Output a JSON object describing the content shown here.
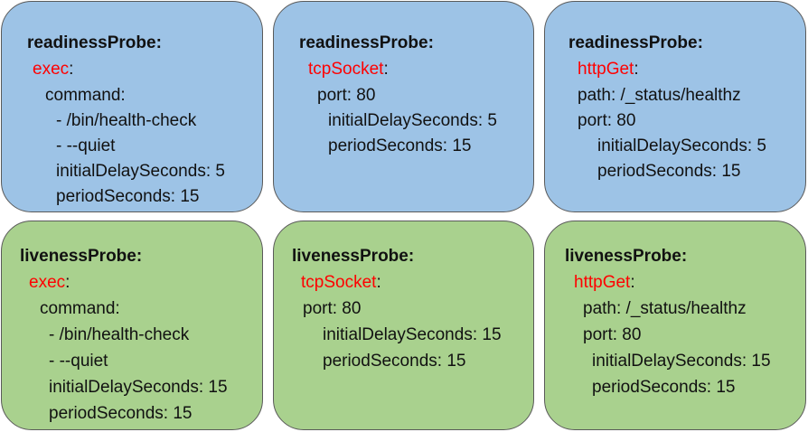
{
  "cards": [
    {
      "header": "readinessProbe:",
      "type": "exec",
      "lines": [
        "command:",
        "- /bin/health-check",
        "- --quiet",
        "initialDelaySeconds: 5",
        "periodSeconds: 15"
      ]
    },
    {
      "header": "readinessProbe:",
      "type": "tcpSocket",
      "lines": [
        "port: 80",
        "initialDelaySeconds: 5",
        "periodSeconds: 15"
      ]
    },
    {
      "header": "readinessProbe:",
      "type": "httpGet",
      "lines": [
        "path: /_status/healthz",
        "port: 80",
        "initialDelaySeconds: 5",
        "periodSeconds: 15"
      ]
    },
    {
      "header": "livenessProbe:",
      "type": "exec",
      "lines": [
        "command:",
        "- /bin/health-check",
        "- --quiet",
        "initialDelaySeconds: 15",
        "periodSeconds: 15"
      ]
    },
    {
      "header": "livenessProbe:",
      "type": "tcpSocket",
      "lines": [
        "port: 80",
        "initialDelaySeconds: 15",
        "periodSeconds: 15"
      ]
    },
    {
      "header": "livenessProbe:",
      "type": "httpGet",
      "lines": [
        "path: /_status/healthz",
        "port: 80",
        "initialDelaySeconds: 15",
        "periodSeconds: 15"
      ]
    }
  ],
  "colors": {
    "readiness_bg": "#9dc3e6",
    "liveness_bg": "#a9d18e",
    "type_key": "#ff0000"
  }
}
